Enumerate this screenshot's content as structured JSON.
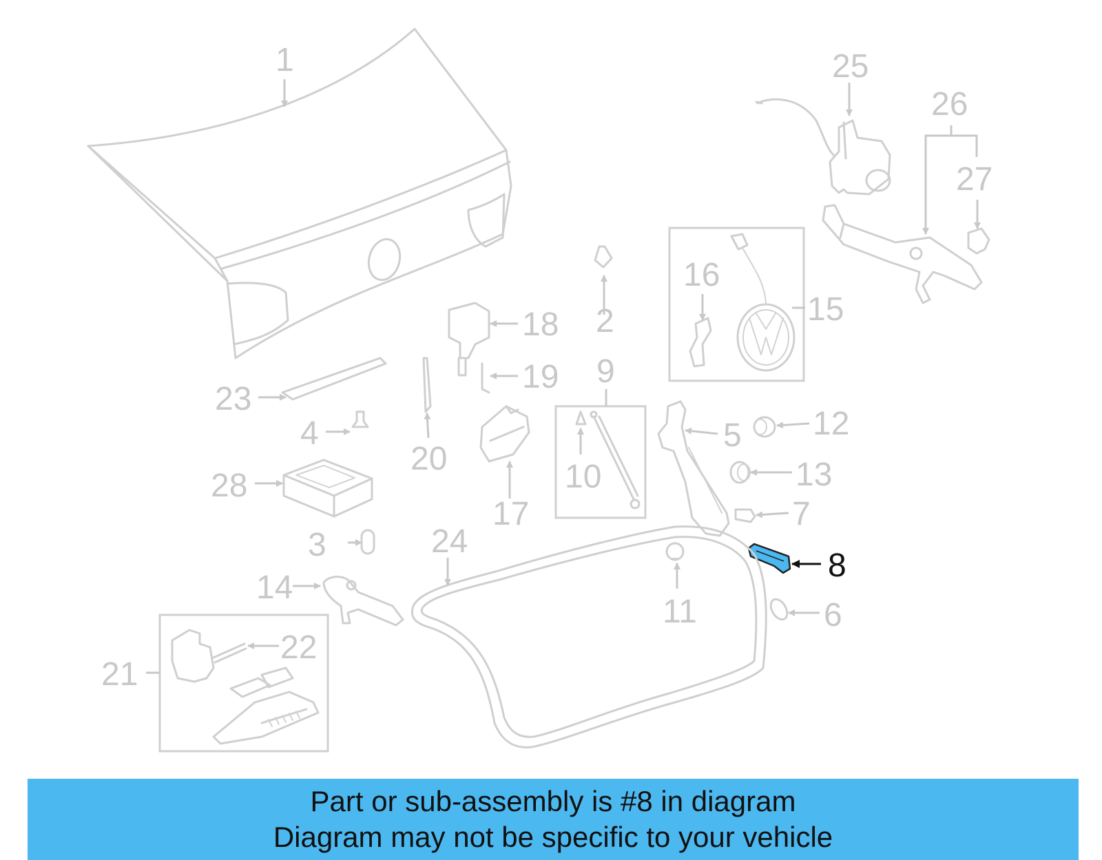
{
  "callouts": {
    "c1": "1",
    "c2": "2",
    "c3": "3",
    "c4": "4",
    "c5": "5",
    "c6": "6",
    "c7": "7",
    "c8": "8",
    "c9": "9",
    "c10": "10",
    "c11": "11",
    "c12": "12",
    "c13": "13",
    "c14": "14",
    "c15": "15",
    "c16": "16",
    "c17": "17",
    "c18": "18",
    "c19": "19",
    "c20": "20",
    "c21": "21",
    "c22": "22",
    "c23": "23",
    "c24": "24",
    "c25": "25",
    "c26": "26",
    "c27": "27",
    "c28": "28"
  },
  "highlighted_part": "8",
  "colors": {
    "highlight": "#4cb8f0",
    "banner": "#4cb8f0",
    "faded": "#c8c8c8",
    "active_text": "#111111"
  },
  "banner": {
    "line1": "Part or sub-assembly is #8 in diagram",
    "line2": "Diagram may not be specific to your vehicle"
  },
  "emblem_icon": "vw-logo-icon"
}
